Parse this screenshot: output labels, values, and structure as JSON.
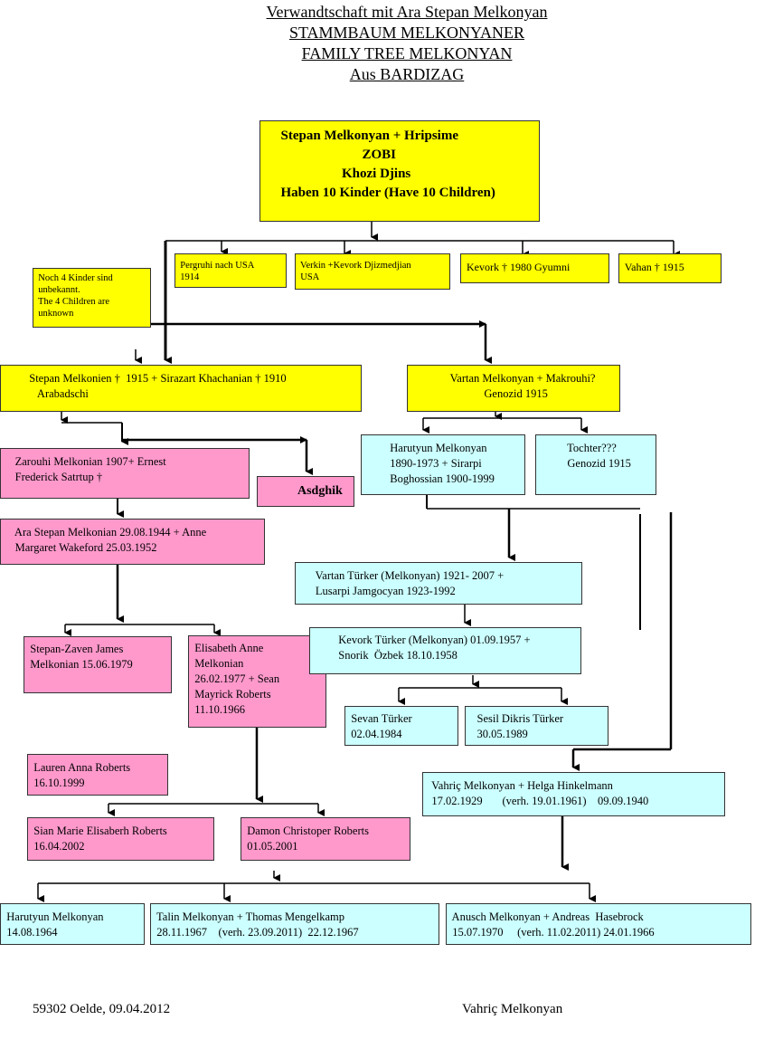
{
  "header": {
    "line1": "Verwandtschaft mit Ara Stepan Melkonyan",
    "line2": "STAMMBAUM MELKONYANER",
    "line3": "FAMILY TREE MELKONYAN",
    "line4": "Aus BARDIZAG"
  },
  "colors": {
    "yellow": "#ffff00",
    "pink": "#ff99cc",
    "cyan": "#ccffff"
  },
  "root": "      Stepan Melkonyan + Hripsime\n                              ZOBI\n                        Khozi Djins\n      Haben 10 Kinder (Have 10 Children)",
  "children_gen1": {
    "pergruhi": "  Pergruhi nach USA\n  1914",
    "verkin": "  Verkin +Kevork Djizmedjian\n  USA",
    "kevork": "  Kevork † 1980 Gyumni",
    "vahan": "  Vahan † 1915",
    "unknown_note": "  Noch 4 Kinder sind\n  unbekannt.\n  The 4 Children are\n  unknown"
  },
  "stepan_branch": {
    "stepan": "          Stepan Melkonien †  1915 + Sirazart Khachanian † 1910\n             Arabadschi",
    "zarouhi": "     Zarouhi Melkonian 1907+ Ernest\n     Frederick Satrtup †",
    "asdghik": "Asdghik",
    "ara": "     Ara Stepan Melkonian 29.08.1944 + Anne\n     Margaret Wakeford 25.03.1952",
    "stepan_zaven": "  Stepan-Zaven James\n  Melkonian 15.06.1979",
    "elisabeth": "  Elisabeth Anne\n  Melkonian\n  26.02.1977 + Sean\n  Mayrick Roberts\n  11.10.1966",
    "lauren": "  Lauren Anna Roberts\n  16.10.1999",
    "sian": "  Sian Marie Elisaberh Roberts\n  16.04.2002",
    "damon": "  Damon Christoper Roberts\n  01.05.2001"
  },
  "vartan_branch": {
    "vartan": "               Vartan Melkonyan + Makrouhi?\n                           Genozid 1915",
    "harutyun": "          Harutyun Melkonyan\n          1890-1973 + Sirarpi\n          Boghossian 1900-1999",
    "tochter": "           Tochter???\n           Genozid 1915",
    "vartan_turker": "       Vartan Türker (Melkonyan) 1921- 2007 +\n       Lusarpi Jamgocyan 1923-1992",
    "kevork_turker": "          Kevork Türker (Melkonyan) 01.09.1957 +\n          Snorik  Özbek 18.10.1958",
    "sevan": "  Sevan Türker\n  02.04.1984",
    "sesil": "    Sesil Dikris Türker\n    30.05.1989",
    "vahric": "   Vahriç Melkonyan + Helga Hinkelmann\n   17.02.1929       (verh. 19.01.1961)    09.09.1940",
    "harutyun2": "  Harutyun Melkonyan\n  14.08.1964",
    "talin": "  Talin Melkonyan + Thomas Mengelkamp\n  28.11.1967    (verh. 23.09.2011)  22.12.1967",
    "anusch": "  Anusch Melkonyan + Andreas  Hasebrock\n  15.07.1970     (verh. 11.02.2011) 24.01.1966"
  },
  "footer": {
    "place_date": "59302 Oelde, 09.04.2012",
    "author": "Vahriç Melkonyan"
  }
}
